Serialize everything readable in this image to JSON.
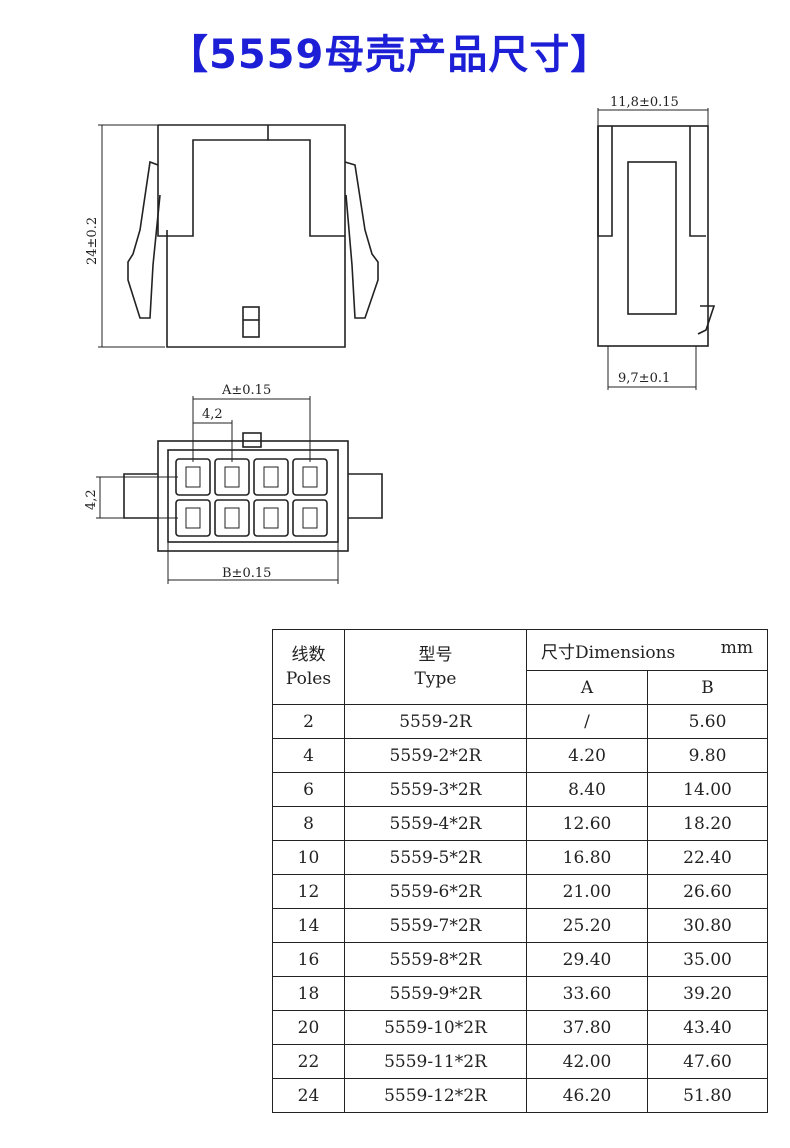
{
  "title": "【5559母壳产品尺寸】",
  "drawing": {
    "dim_height": "24±0.2",
    "dim_width_side": "11,8±0.15",
    "dim_depth_side": "9,7±0.1",
    "dim_a": "A±0.15",
    "dim_pitch_h": "4,2",
    "dim_pitch_v": "4,2",
    "dim_b": "B±0.15"
  },
  "table": {
    "col_poles_cn": "线数",
    "col_poles_en": "Poles",
    "col_type_cn": "型号",
    "col_type_en": "Type",
    "col_dims": "尺寸Dimensions",
    "col_unit": "mm",
    "col_a": "A",
    "col_b": "B",
    "rows": [
      {
        "poles": "2",
        "type": "5559-2R",
        "a": "/",
        "b": "5.60"
      },
      {
        "poles": "4",
        "type": "5559-2*2R",
        "a": "4.20",
        "b": "9.80"
      },
      {
        "poles": "6",
        "type": "5559-3*2R",
        "a": "8.40",
        "b": "14.00"
      },
      {
        "poles": "8",
        "type": "5559-4*2R",
        "a": "12.60",
        "b": "18.20"
      },
      {
        "poles": "10",
        "type": "5559-5*2R",
        "a": "16.80",
        "b": "22.40"
      },
      {
        "poles": "12",
        "type": "5559-6*2R",
        "a": "21.00",
        "b": "26.60"
      },
      {
        "poles": "14",
        "type": "5559-7*2R",
        "a": "25.20",
        "b": "30.80"
      },
      {
        "poles": "16",
        "type": "5559-8*2R",
        "a": "29.40",
        "b": "35.00"
      },
      {
        "poles": "18",
        "type": "5559-9*2R",
        "a": "33.60",
        "b": "39.20"
      },
      {
        "poles": "20",
        "type": "5559-10*2R",
        "a": "37.80",
        "b": "43.40"
      },
      {
        "poles": "22",
        "type": "5559-11*2R",
        "a": "42.00",
        "b": "47.60"
      },
      {
        "poles": "24",
        "type": "5559-12*2R",
        "a": "46.20",
        "b": "51.80"
      }
    ]
  }
}
